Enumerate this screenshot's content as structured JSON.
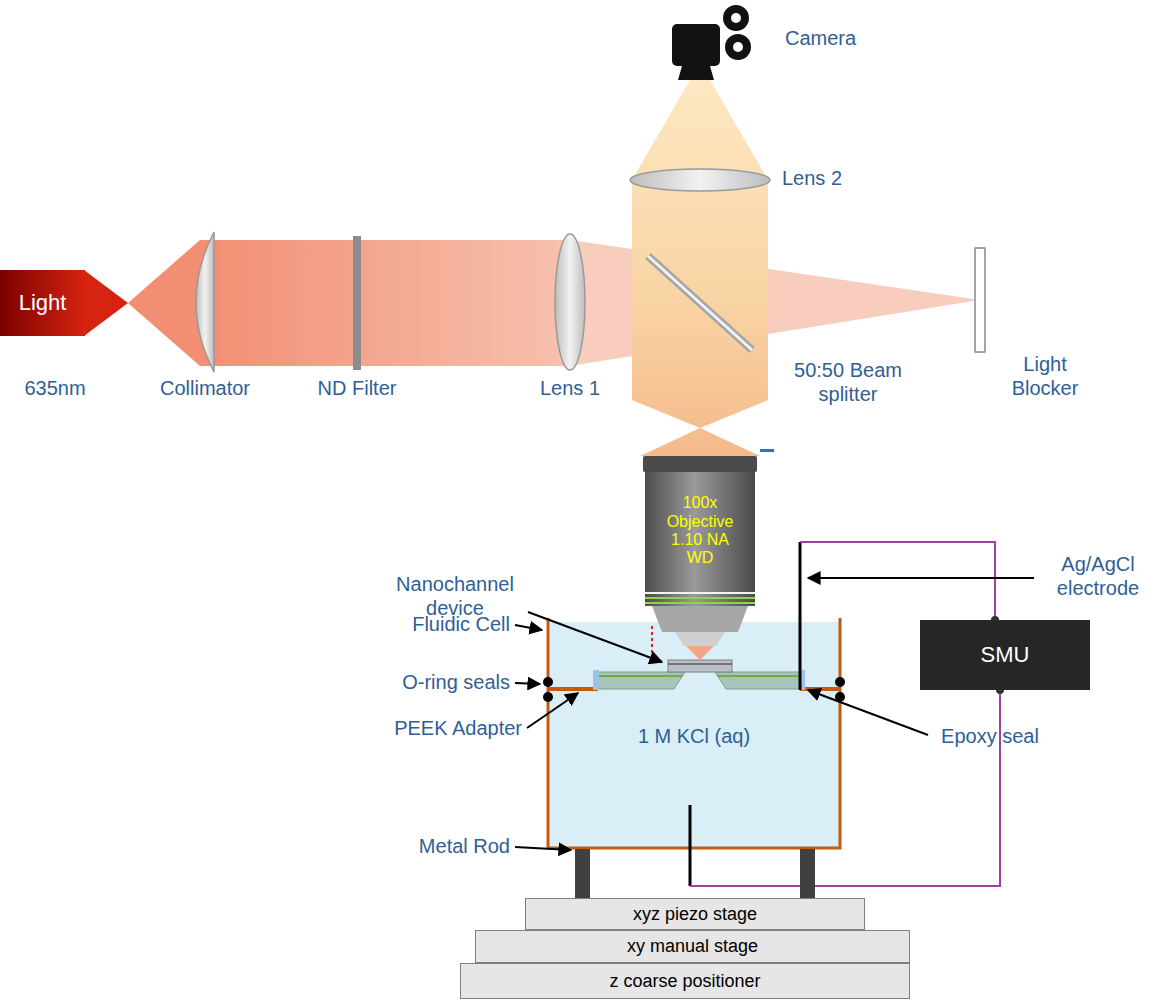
{
  "diagram": {
    "nodes": [
      {
        "text": [
          "Light"
        ]
      },
      {
        "text": [
          "100x Objective 1.10 NA WD"
        ]
      },
      {
        "text": [
          "SMU"
        ]
      },
      {
        "text": [
          "xyz piezo stage"
        ]
      },
      {
        "text": [
          "xy manual stage"
        ]
      },
      {
        "text": [
          "z coarse positioner"
        ]
      }
    ],
    "labels": [
      "Camera",
      "Lens 2",
      "635nm",
      "Collimator",
      "ND Filter",
      "Lens 1",
      "50:50 Beam splitter",
      "Light Blocker",
      "Nanochannel device",
      "Ag/AgCl electrode",
      "Fluidic Cell",
      "O-ring seals",
      "PEEK Adapter",
      "1 M KCl (aq)",
      "Epoxy seal",
      "Metal Rod"
    ]
  }
}
